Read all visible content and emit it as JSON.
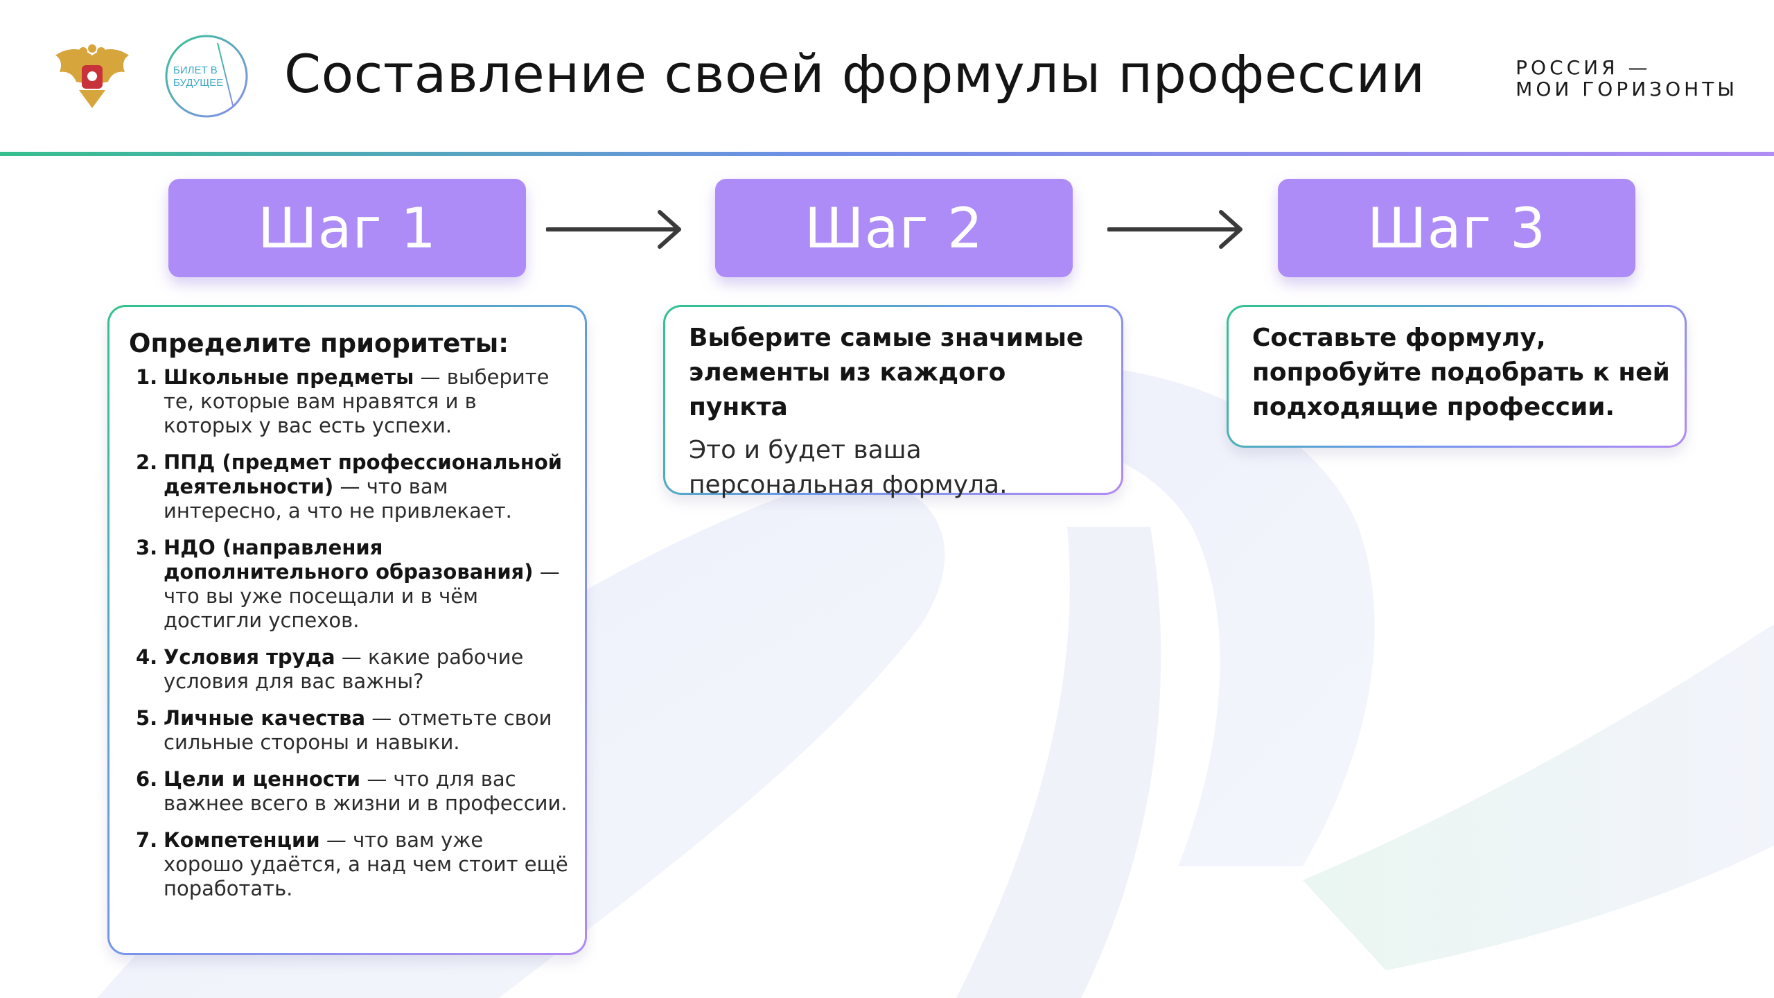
{
  "header": {
    "title": "Составление своей формулы профессии",
    "ticket_logo_text": "БИЛЕТ В БУДУЩЕЕ",
    "brand_line1": "РОССИЯ —",
    "brand_line2": "МОИ ГОРИЗОНТЫ"
  },
  "steps": [
    {
      "label": "Шаг 1"
    },
    {
      "label": "Шаг 2"
    },
    {
      "label": "Шаг 3"
    }
  ],
  "card1": {
    "title": "Определите приоритеты:",
    "items": [
      {
        "num": "1.",
        "term": "Школьные предметы",
        "text": " — выберите те, которые вам нравятся и в которых у вас есть успехи."
      },
      {
        "num": "2.",
        "term": "ППД (предмет профессиональной деятельности)",
        "text": " — что вам интересно, а что не привлекает."
      },
      {
        "num": "3.",
        "term": "НДО (направления дополнительного образования)",
        "text": " — что вы уже посещали и в чём достигли успехов."
      },
      {
        "num": "4.",
        "term": "Условия труда",
        "text": " — какие рабочие условия для вас важны?"
      },
      {
        "num": "5.",
        "term": "Личные качества",
        "text": " — отметьте свои сильные стороны и навыки."
      },
      {
        "num": "6.",
        "term": "Цели и ценности",
        "text": " — что для вас важнее всего в жизни и в профессии."
      },
      {
        "num": "7.",
        "term": "Компетенции",
        "text": " — что вам уже хорошо удаётся, а над чем стоит ещё поработать."
      }
    ]
  },
  "card2": {
    "title": "Выберите самые значимые элементы из каждого пункта",
    "text": "Это и будет ваша персональная формула."
  },
  "card3": {
    "title": "Составьте формулу, попробуйте подобрать к ней подходящие профессии."
  },
  "colors": {
    "step_fill": "#ad8cf7",
    "border_green": "#2fc48c",
    "border_purple": "#b28af5",
    "arrow": "#3a3a3a"
  }
}
